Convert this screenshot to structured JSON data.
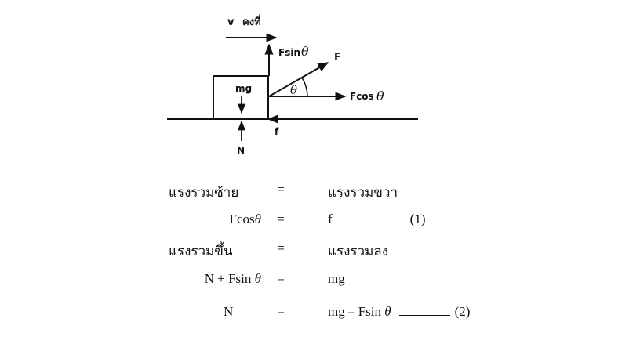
{
  "diagram": {
    "velocity_label": "v",
    "velocity_word": "คงที่",
    "f_sin_label": "Fsin",
    "f_label": "F",
    "f_cos_label": "Fcos",
    "theta_symbol": "θ",
    "mg_label": "mg",
    "friction_label": "f",
    "normal_label": "N"
  },
  "equations": [
    {
      "lhs": "แรงรวมซ้าย",
      "eq": "=",
      "rhs": "แรงรวมขวา"
    },
    {
      "lhs": "Fcos",
      "lhs_theta": "θ",
      "eq": "=",
      "rhs": "f",
      "ref": "(1)"
    },
    {
      "lhs": "แรงรวมขึ้น",
      "eq": "=",
      "rhs": "แรงรวมลง"
    },
    {
      "lhs": "N + Fsin ",
      "lhs_theta": "θ",
      "eq": "=",
      "rhs": "mg"
    },
    {
      "lhs": "N",
      "eq": "=",
      "rhs": "mg – Fsin ",
      "rhs_theta": "θ",
      "ref": "(2)"
    }
  ]
}
